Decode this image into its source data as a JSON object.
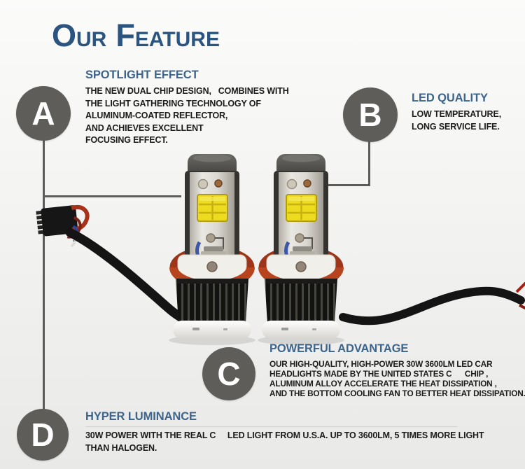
{
  "title": {
    "word1_initial": "O",
    "word1_rest": "UR",
    "word2_initial": "F",
    "word2_rest": "EATURE"
  },
  "sections": {
    "a": {
      "letter": "A",
      "heading": "SPOTLIGHT EFFECT",
      "body_lines": [
        "THE NEW DUAL CHIP DESIGN,   COMBINES WITH",
        "THE LIGHT GATHERING TECHNOLOGY OF",
        "ALUMINUM-COATED REFLECTOR,",
        "AND ACHIEVES EXCELLENT",
        "FOCUSING EFFECT."
      ]
    },
    "b": {
      "letter": "B",
      "heading": "LED QUALITY",
      "body_lines": [
        "LOW TEMPERATURE,",
        "LONG SERVICE LIFE."
      ]
    },
    "c": {
      "letter": "C",
      "heading": "POWERFUL ADVANTAGE",
      "body_lines": [
        "OUR HIGH-QUALITY, HIGH-POWER 30W 3600LM LED CAR",
        "HEADLIGHTS MADE BY THE UNITED STATES C      CHIP ,",
        "ALUMINUM ALLOY ACCELERATE THE HEAT DISSIPATION ,",
        "AND THE BOTTOM COOLING FAN TO BETTER HEAT DISSIPATION."
      ]
    },
    "d": {
      "letter": "D",
      "heading": "HYPER LUMINANCE",
      "body_lines": [
        "30W POWER WITH THE REAL C     LED LIGHT FROM U.S.A. UP TO 3600LM, 5 TIMES MORE LIGHT",
        "THAN HALOGEN."
      ]
    }
  },
  "colors": {
    "title": "#2c5481",
    "section_heading": "#3d648c",
    "body_text": "#1b1b1b",
    "badge": "#5e5d5a",
    "callout_line": "#5c5b58",
    "led_chip_yellow": "#ecdb1e",
    "gasket_orange": "#b8431f",
    "background": "#f1f1ef"
  }
}
